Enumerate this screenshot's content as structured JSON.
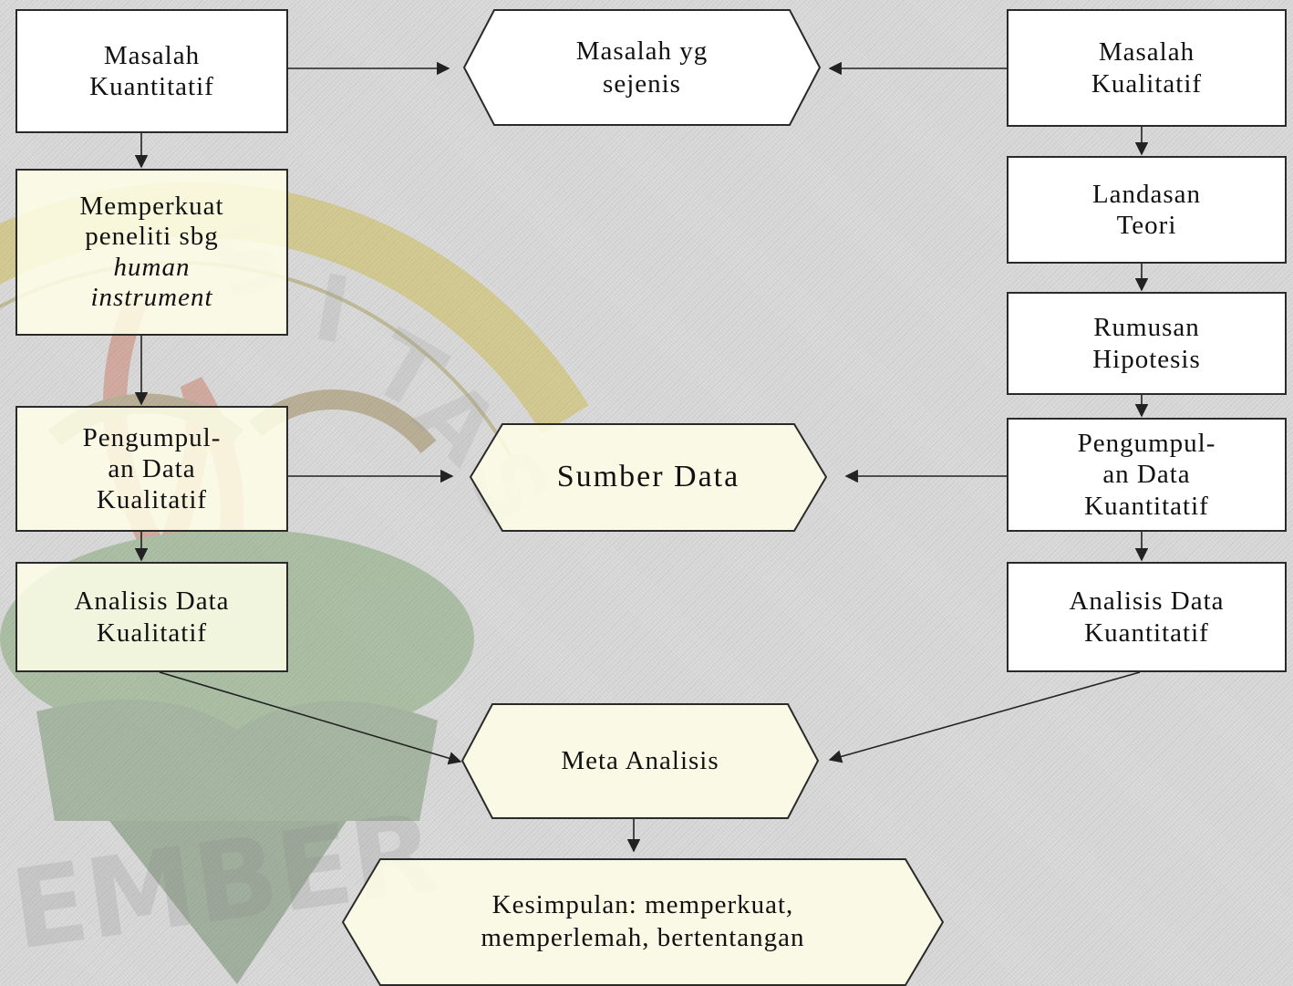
{
  "nodes": {
    "masalah_kuantitatif": "Masalah\nKuantitatif",
    "masalah_sejenis": "Masalah yg\nsejenis",
    "masalah_kualitatif": "Masalah\nKualitatif",
    "memperkuat_line1": "Memperkuat",
    "memperkuat_line2": "peneliti sbg",
    "memperkuat_line3": "human",
    "memperkuat_line4": "instrument",
    "landasan_teori": "Landasan\nTeori",
    "rumusan_hipotesis": "Rumusan\nHipotesis",
    "pengumpulan_kualitatif": "Pengumpul-\nan Data\nKualitatif",
    "sumber_data": "Sumber Data",
    "pengumpulan_kuantitatif": "Pengumpul-\nan Data\nKuantitatif",
    "analisis_kualitatif": "Analisis Data\nKualitatif",
    "analisis_kuantitatif": "Analisis Data\nKuantitatif",
    "meta_analisis": "Meta Analisis",
    "kesimpulan": "Kesimpulan:  memperkuat,\nmemperlemah, bertentangan"
  },
  "colors": {
    "box_fill": "#ffffff",
    "box_border": "#2a2a2a",
    "arrow": "#222222",
    "hex_fill": "#ffffe8",
    "watermark": "#c9a800"
  }
}
